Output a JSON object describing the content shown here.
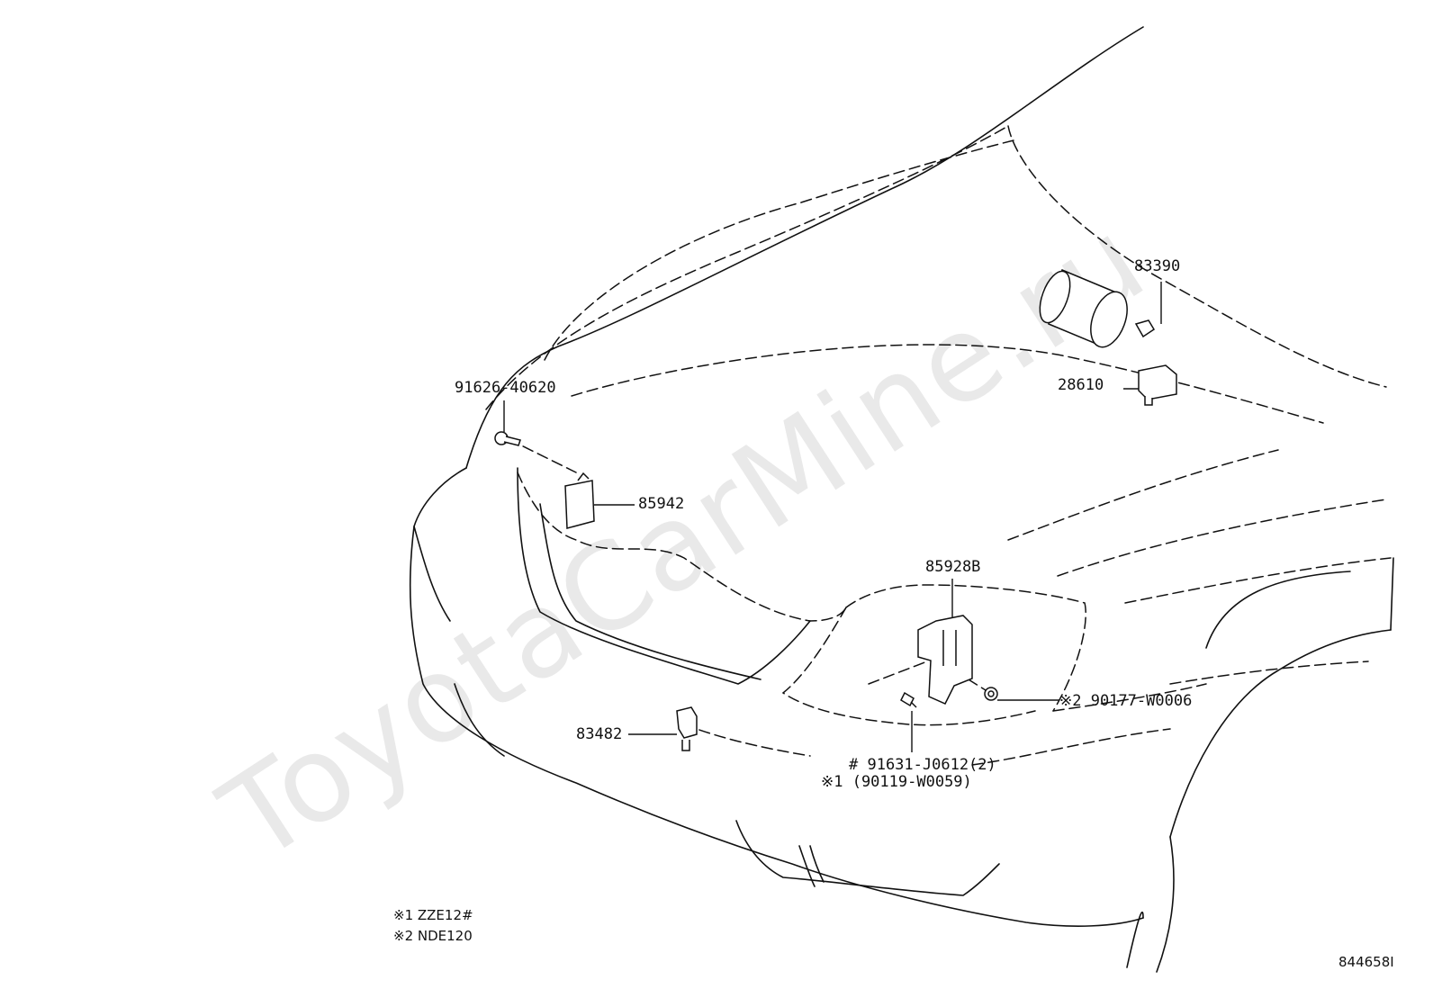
{
  "watermark": "ToyotaCarMine.ru",
  "diagram_id": "844658I",
  "parts": {
    "p83390": "83390",
    "p28610": "28610",
    "p91626": "91626-40620",
    "p85942": "85942",
    "p85928b": "85928B",
    "p90177": "※2 90177-W0006",
    "p83482": "83482",
    "p91631": "# 91631-J0612(2)",
    "p90119": "※1 (90119-W0059)"
  },
  "notes": [
    "※1 ZZE12#",
    "※2 NDE120"
  ]
}
